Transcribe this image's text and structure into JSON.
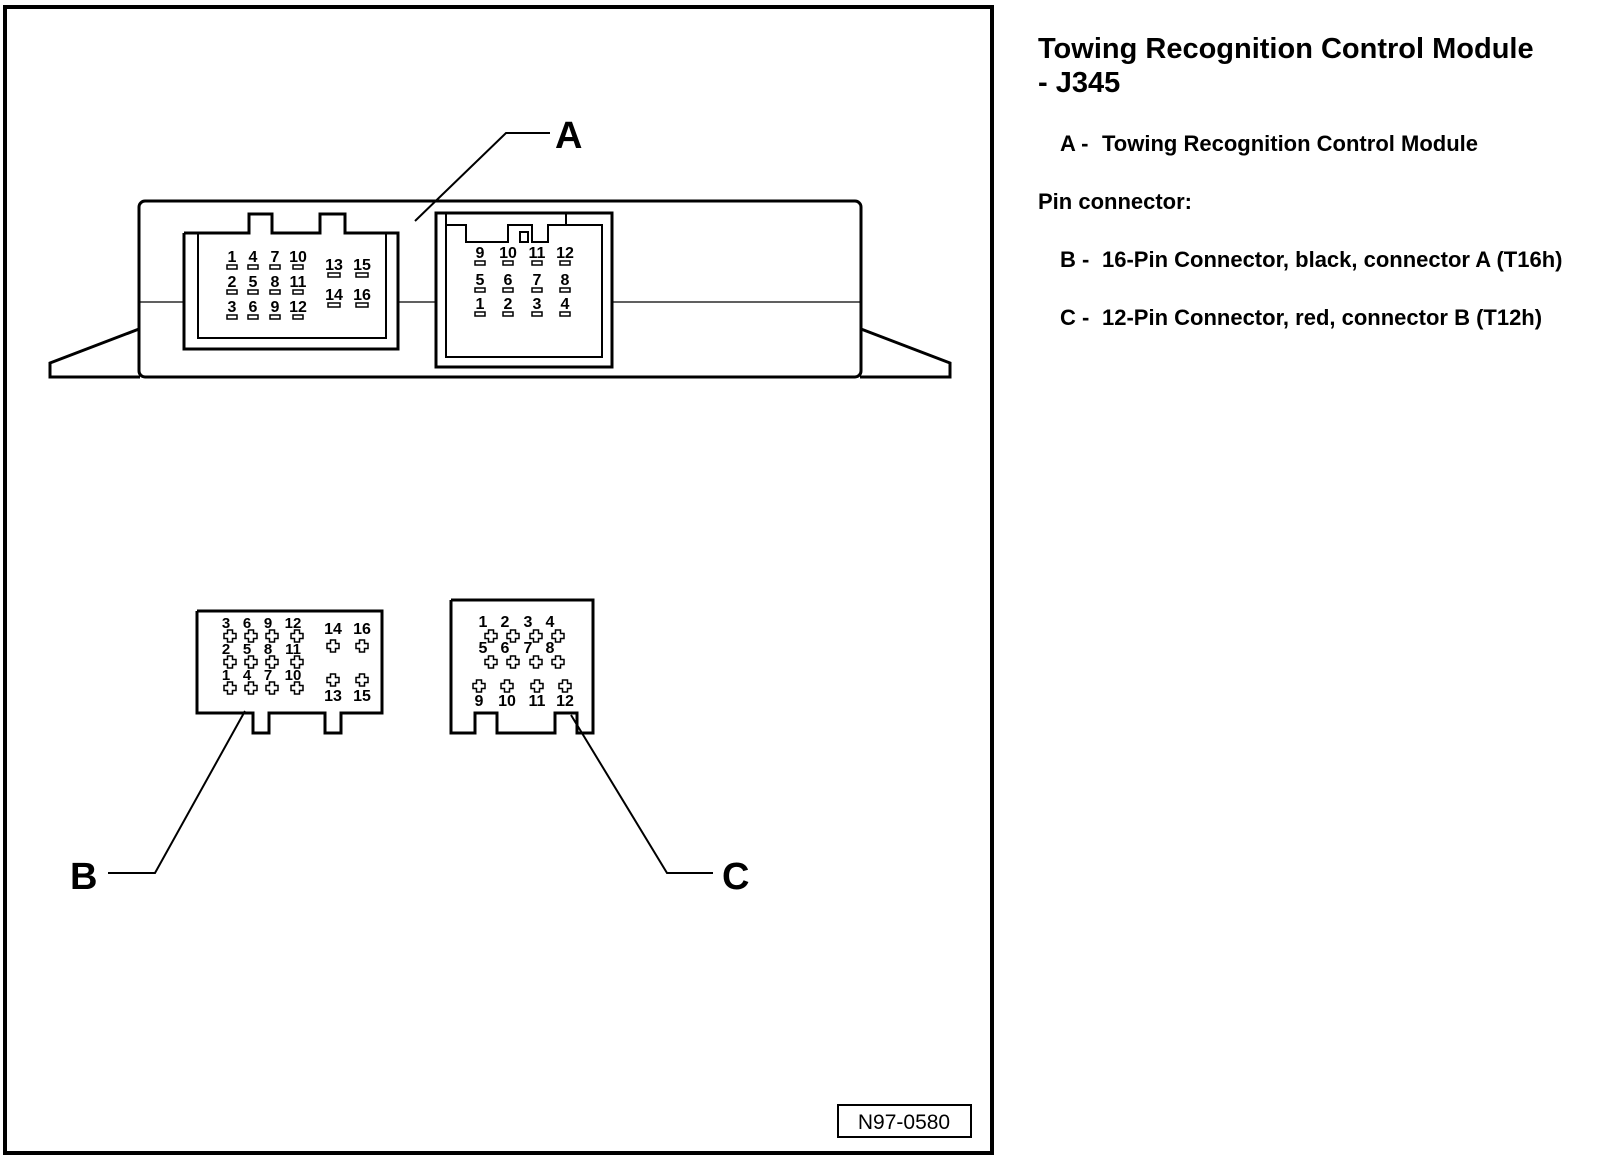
{
  "legend": {
    "title_line1": "Towing Recognition Control Module",
    "title_line2": "- J345",
    "items": [
      {
        "letter": "A -",
        "text": "Towing Recognition Control Module"
      },
      {
        "letter": "B -",
        "text": "16-Pin Connector, black, connector A (T16h)"
      },
      {
        "letter": "C -",
        "text": "12-Pin Connector, red, connector B (T12h)"
      }
    ],
    "pin_connector_heading": "Pin connector:"
  },
  "figure": {
    "callouts": {
      "a": "A",
      "b": "B",
      "c": "C"
    },
    "figure_number": "N97-0580",
    "module_connector_b_pins": {
      "col1": [
        "1",
        "2",
        "3"
      ],
      "col2": [
        "4",
        "5",
        "6"
      ],
      "col3": [
        "7",
        "8",
        "9"
      ],
      "col4": [
        "10",
        "11",
        "12"
      ],
      "col5": [
        "13",
        "14"
      ],
      "col6": [
        "15",
        "16"
      ]
    },
    "module_connector_c_pins": {
      "row1": [
        "9",
        "10",
        "11",
        "12"
      ],
      "row2": [
        "5",
        "6",
        "7",
        "8"
      ],
      "row3": [
        "1",
        "2",
        "3",
        "4"
      ]
    },
    "plug_b_pins": {
      "row1": [
        "3",
        "6",
        "9",
        "12"
      ],
      "row2": [
        "2",
        "5",
        "8",
        "11"
      ],
      "row3": [
        "1",
        "4",
        "7",
        "10"
      ],
      "right_top": [
        "14",
        "16"
      ],
      "right_bottom": [
        "13",
        "15"
      ]
    },
    "plug_c_pins": {
      "row1": [
        "1",
        "2",
        "3",
        "4"
      ],
      "row2": [
        "5",
        "6",
        "7",
        "8"
      ],
      "row3": [
        "9",
        "10",
        "11",
        "12"
      ]
    }
  }
}
